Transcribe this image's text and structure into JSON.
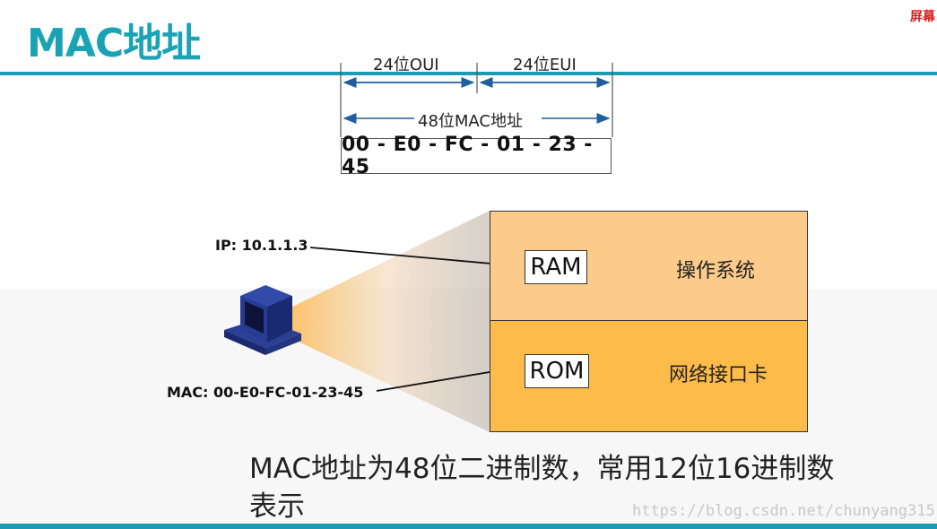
{
  "title": "MAC地址",
  "corner_tag": "屏幕",
  "structure": {
    "oui_label": "24位OUI",
    "eui_label": "24位EUI",
    "total_label": "48位MAC地址",
    "mac_display": "00 - E0 - FC - 01 - 23 - 45"
  },
  "host": {
    "ip_label": "IP: 10.1.1.3",
    "mac_label": "MAC: 00-E0-FC-01-23-45"
  },
  "memory": {
    "ram_label": "RAM",
    "ram_desc": "操作系统",
    "rom_label": "ROM",
    "rom_desc": "网络接口卡",
    "ram_color": "#fccb8a",
    "rom_color": "#fdbc4a"
  },
  "caption": "MAC地址为48位二进制数，常用12位16进制数表示",
  "watermark": "https://blog.csdn.net/chunyang315",
  "colors": {
    "accent": "#1aa3b5",
    "arrow": "#1f5f9e"
  }
}
